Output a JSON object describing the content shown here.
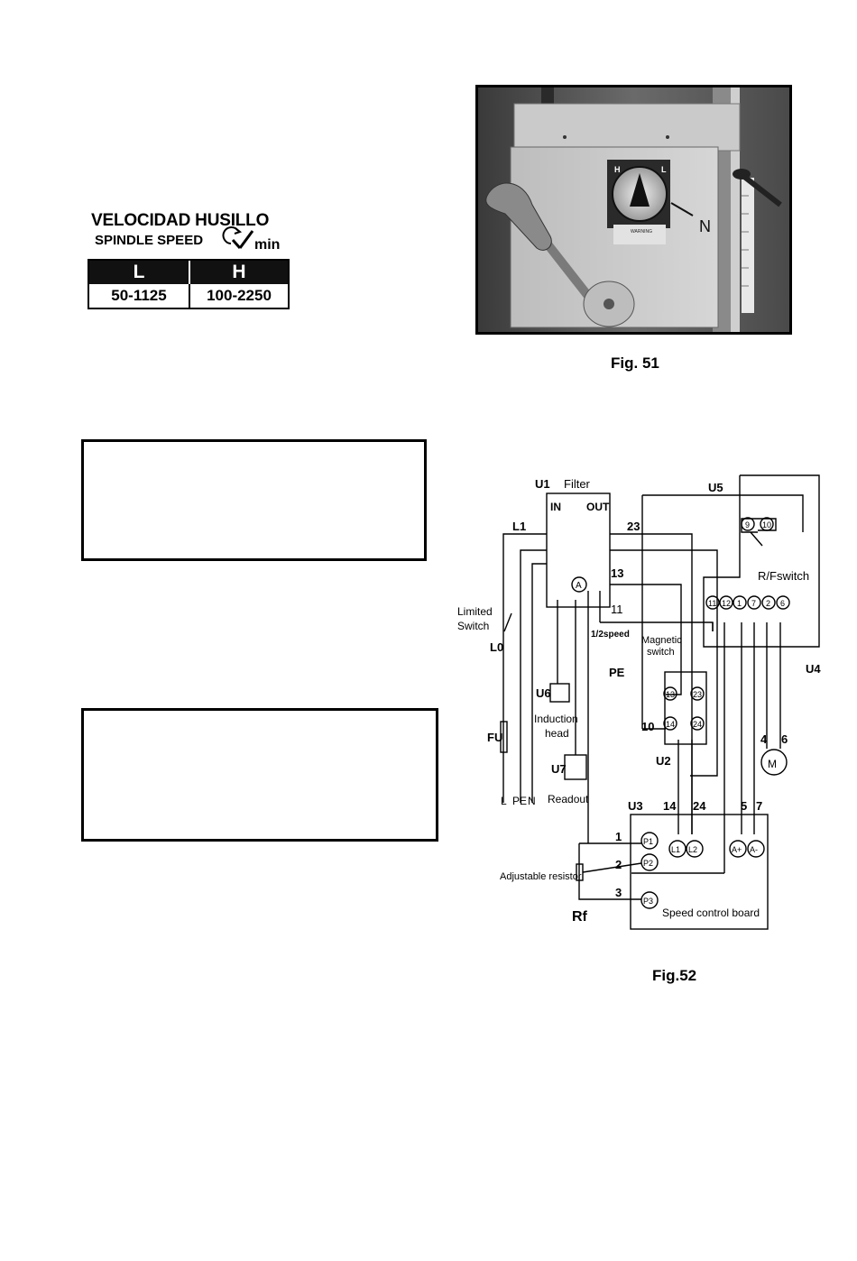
{
  "spindle_label": {
    "title": "VELOCIDAD HUSILLO",
    "subtitle": "SPINDLE SPEED",
    "unit": "min",
    "columns": [
      "L",
      "H"
    ],
    "values": [
      "50-1125",
      "100-2250"
    ]
  },
  "figures": {
    "fig51_caption": "Fig. 51",
    "fig52_caption": "Fig.52",
    "photo_dial": {
      "left_mark": "H",
      "right_mark": "L",
      "warning": "WARNING"
    }
  },
  "wiring_diagram": {
    "U1": "U1",
    "filter": "Filter",
    "in": "IN",
    "out": "OUT",
    "U5": "U5",
    "L1": "L1",
    "n23": "23",
    "n13": "13",
    "n11": "11",
    "half_speed": "1/2speed",
    "limited": "Limited",
    "switch": "Switch",
    "L0": "L0",
    "PE": "PE",
    "A": "A",
    "rf_switch": "R/Fswitch",
    "U4": "U4",
    "rf_terminals": [
      "11",
      "12",
      "1",
      "7",
      "2",
      "6"
    ],
    "rf_top": [
      "9",
      "10"
    ],
    "magnetic": "Magnetic",
    "magnetic2": "switch",
    "mag_terms": [
      "13",
      "23",
      "14",
      "24"
    ],
    "n10": "10",
    "U2": "U2",
    "U6": "U6",
    "induction": "Induction",
    "head": "head",
    "U7": "U7",
    "readout": "Readout",
    "FU": "FU",
    "bottom_left": [
      "L",
      "PE",
      "N"
    ],
    "U3": "U3",
    "n14": "14",
    "n24": "24",
    "n5": "5",
    "n7": "7",
    "n4": "4",
    "n6": "6",
    "M": "M",
    "board_terms": [
      "P1",
      "P2",
      "P3",
      "L1",
      "L2",
      "A+",
      "A-"
    ],
    "pot_nums": [
      "1",
      "2",
      "3"
    ],
    "adj": "Adjustable resistor",
    "Rf": "Rf",
    "board": "Speed control board"
  }
}
